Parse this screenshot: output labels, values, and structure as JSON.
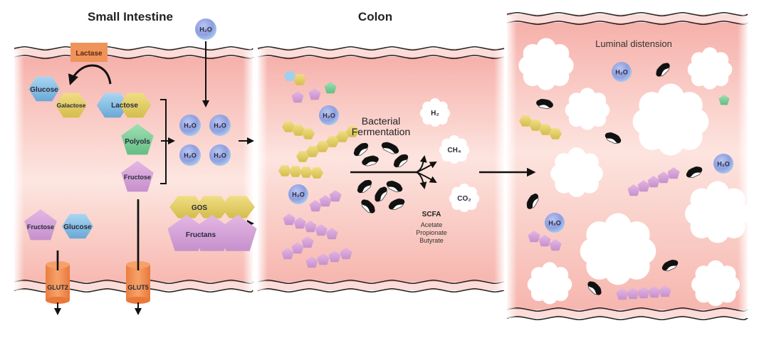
{
  "panels": {
    "small_intestine": {
      "title": "Small Intestine"
    },
    "colon": {
      "title": "Colon"
    },
    "distension": {
      "title": "Luminal distension"
    }
  },
  "enzyme": {
    "label": "Lactase"
  },
  "sugars": {
    "glucose": "Glucose",
    "galactose": "Galactose",
    "lactose": "Lactose",
    "polyols": "Polyols",
    "fructose_malabsorbed": "Fructose",
    "fructose_absorbed": "Fructose",
    "glucose_absorbed": "Glucose",
    "gos": "GOS",
    "fructans": "Fructans"
  },
  "transporters": {
    "glut2": "GLUT2",
    "glut5": "GLUT5"
  },
  "water": {
    "label": "H₂O"
  },
  "fermentation": {
    "line1": "Bacterial",
    "line2": "Fermentation",
    "gases": [
      "H₂",
      "CH₄",
      "CO₂"
    ],
    "scfa_title": "SCFA",
    "scfa_items": [
      "Acetate",
      "Propionate",
      "Butyrate"
    ]
  },
  "colors": {
    "tissue_top": "#f6b3ad",
    "tissue_bottom": "#fde4df",
    "membrane": "#fbd9d6",
    "hexagon_blue": "#8fc3e6",
    "hexagon_yellow": "#e3cf6c",
    "pentagon_purple": "#d6a2d6",
    "pentagon_green": "#7fcf98",
    "enzyme_orange": "#f0935a",
    "water_blue": "#8ea2e0",
    "bacteria": "#111111"
  }
}
